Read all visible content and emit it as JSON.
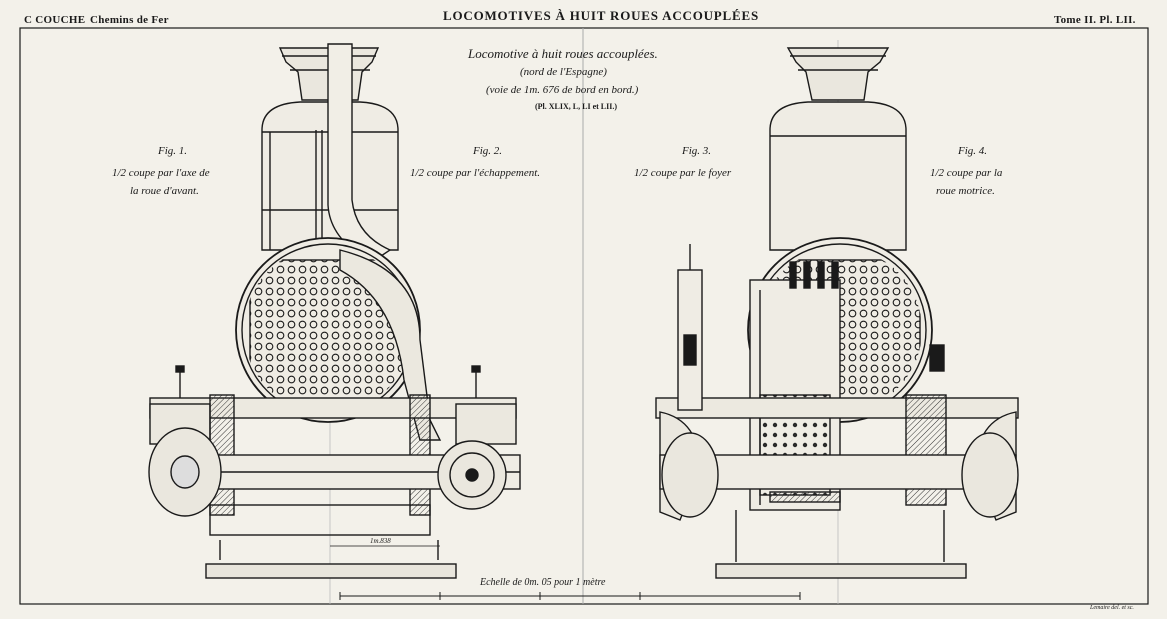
{
  "header": {
    "author": "C COUCHE",
    "series": "Chemins de Fer",
    "title": "LOCOMOTIVES À HUIT ROUES ACCOUPLÉES",
    "volume": "Tome II. Pl. LII."
  },
  "caption": {
    "line1": "Locomotive à huit roues accouplées.",
    "line2": "(nord de l'Espagne)",
    "line3": "(voie de 1m. 676 de bord en bord.)",
    "line4": "(Pl. XLIX, L, LI et LII.)"
  },
  "figures": [
    {
      "id": "Fig. 1.",
      "desc1": "1/2 coupe par l'axe de",
      "desc2": "la roue d'avant."
    },
    {
      "id": "Fig. 2.",
      "desc1": "1/2 coupe par l'échappement.",
      "desc2": ""
    },
    {
      "id": "Fig. 3.",
      "desc1": "1/2 coupe par le foyer",
      "desc2": ""
    },
    {
      "id": "Fig. 4.",
      "desc1": "1/2 coupe par la",
      "desc2": "roue motrice."
    }
  ],
  "dimension": "1m.838",
  "scale_note": "Echelle de 0m. 05 pour 1 mètre",
  "credit": "Lemaire del. et sc.",
  "colors": {
    "ink": "#1a1a1a",
    "paper": "#f3f1ea"
  }
}
